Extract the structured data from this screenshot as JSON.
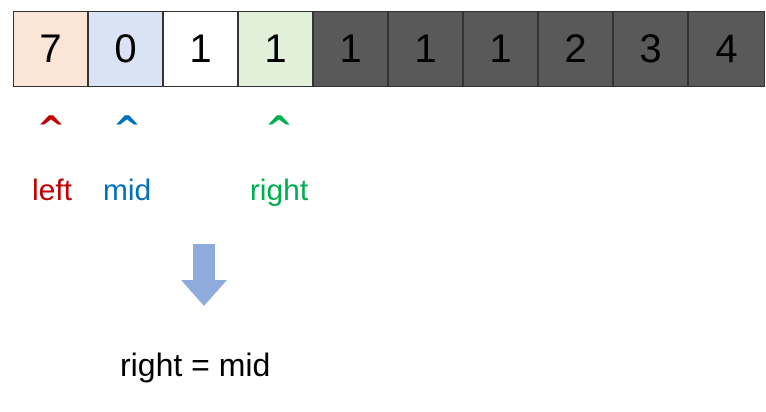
{
  "array": {
    "cells": [
      {
        "value": "7",
        "fill": "#fbe5d6"
      },
      {
        "value": "0",
        "fill": "#dae3f3"
      },
      {
        "value": "1",
        "fill": "#ffffff"
      },
      {
        "value": "1",
        "fill": "#e2f0d9"
      },
      {
        "value": "1",
        "fill": "#595959"
      },
      {
        "value": "1",
        "fill": "#595959"
      },
      {
        "value": "1",
        "fill": "#595959"
      },
      {
        "value": "2",
        "fill": "#595959"
      },
      {
        "value": "3",
        "fill": "#595959"
      },
      {
        "value": "4",
        "fill": "#595959"
      }
    ]
  },
  "pointers": {
    "left": {
      "caret": "^",
      "label": "left",
      "color": "#c00000",
      "index": 0
    },
    "mid": {
      "caret": "^",
      "label": "mid",
      "color": "#0070c0",
      "index": 1
    },
    "right": {
      "caret": "^",
      "label": "right",
      "color": "#00b050",
      "index": 3
    }
  },
  "arrow": {
    "color": "#8faadc",
    "icon": "down-arrow-icon"
  },
  "result": {
    "text": "right = mid"
  }
}
